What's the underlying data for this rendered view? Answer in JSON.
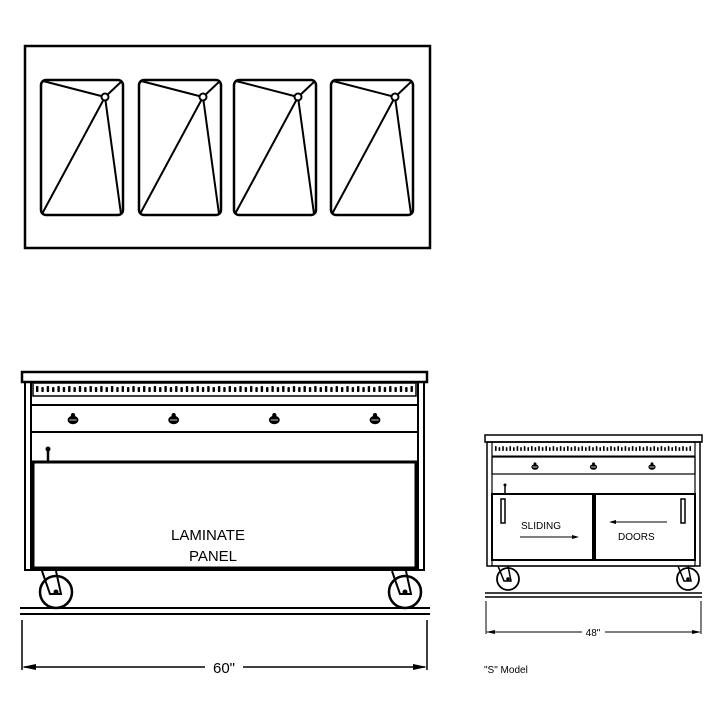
{
  "top_view": {
    "well_count": 4
  },
  "front_view": {
    "knob_count": 4,
    "panel_label_line1": "LAMINATE",
    "panel_label_line2": "PANEL",
    "dimension": "60\""
  },
  "s_model_view": {
    "knob_count": 3,
    "door_label_left": "SLIDING",
    "door_label_right": "DOORS",
    "dimension": "48\"",
    "caption": "\"S\" Model"
  },
  "colors": {
    "line": "#000000",
    "background": "#ffffff"
  }
}
